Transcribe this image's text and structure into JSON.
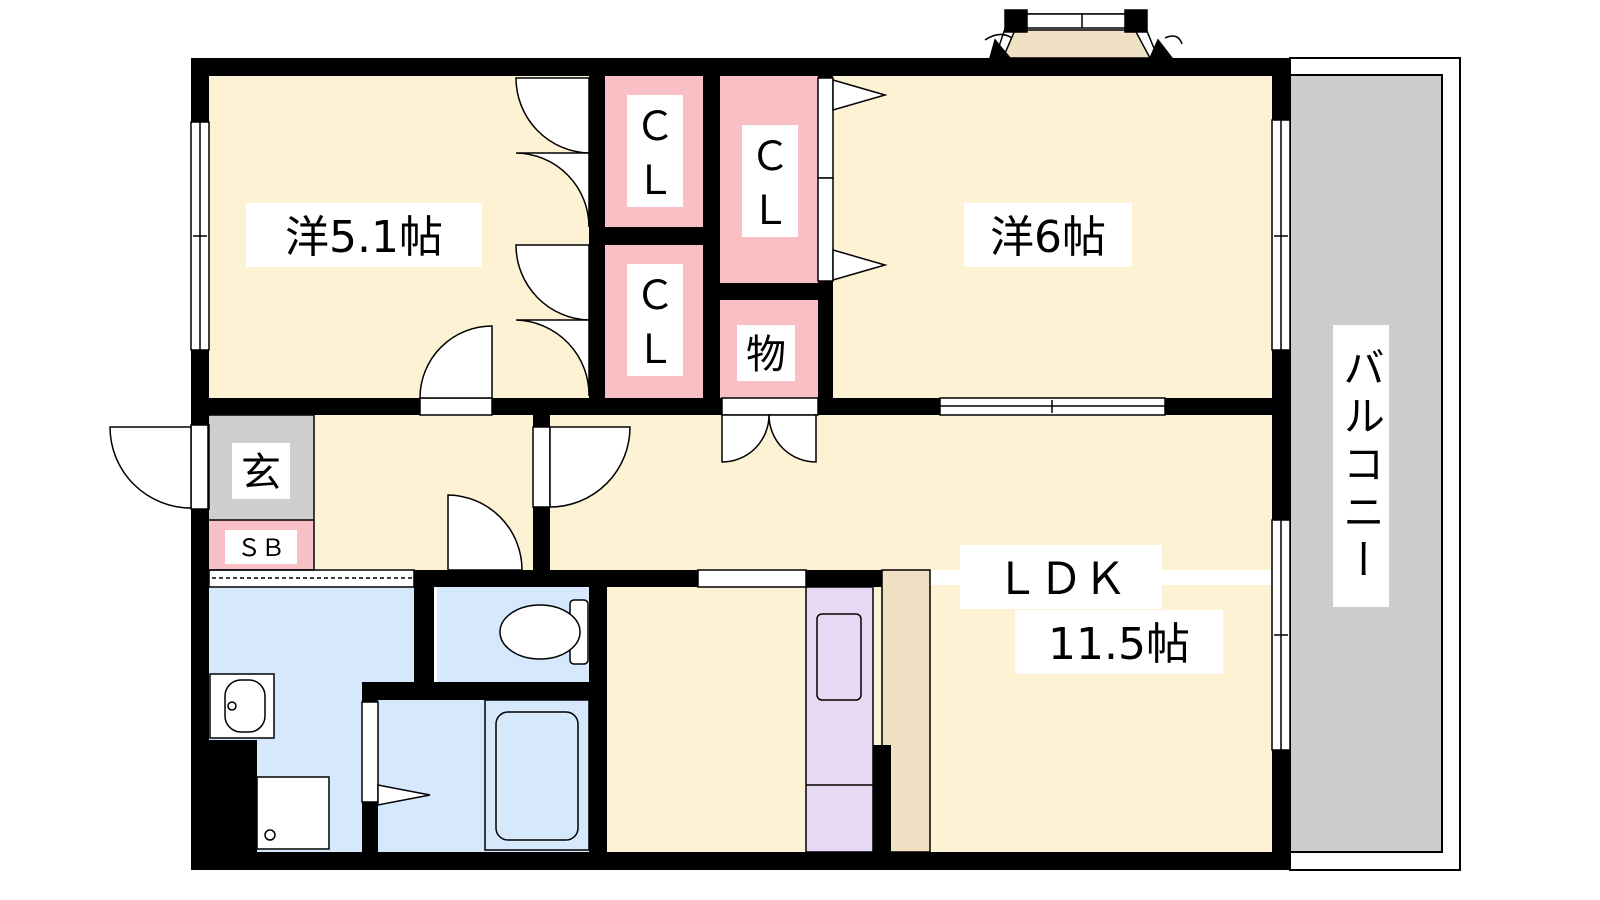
{
  "colors": {
    "room": "#fdf2d4",
    "closet": "#f8c0c4",
    "wet_area": "#d6e8fb",
    "entrance": "#cfcfcf",
    "balcony": "#cdcdcd",
    "appliance": "#e7d9f3",
    "counter": "#f0e0c4",
    "wall": "#000000"
  },
  "rooms": {
    "western_room_1": "洋5.1帖",
    "western_room_2": "洋6帖",
    "ldk_title": "ＬＤＫ",
    "ldk_size": "11.5帖",
    "entrance": "玄",
    "shoe_box": "ＳＢ",
    "storage": "物",
    "balcony": "バルコニー"
  },
  "closets": {
    "upper_left": [
      "Ｃ",
      "Ｌ"
    ],
    "lower_left": [
      "Ｃ",
      "Ｌ"
    ],
    "right": [
      "Ｃ",
      "Ｌ"
    ]
  },
  "icons": [
    "toilet-icon",
    "washbasin-icon",
    "bathtub-icon",
    "washer-icon",
    "kitchen-sink-icon",
    "door-swing-icon",
    "window-icon"
  ]
}
